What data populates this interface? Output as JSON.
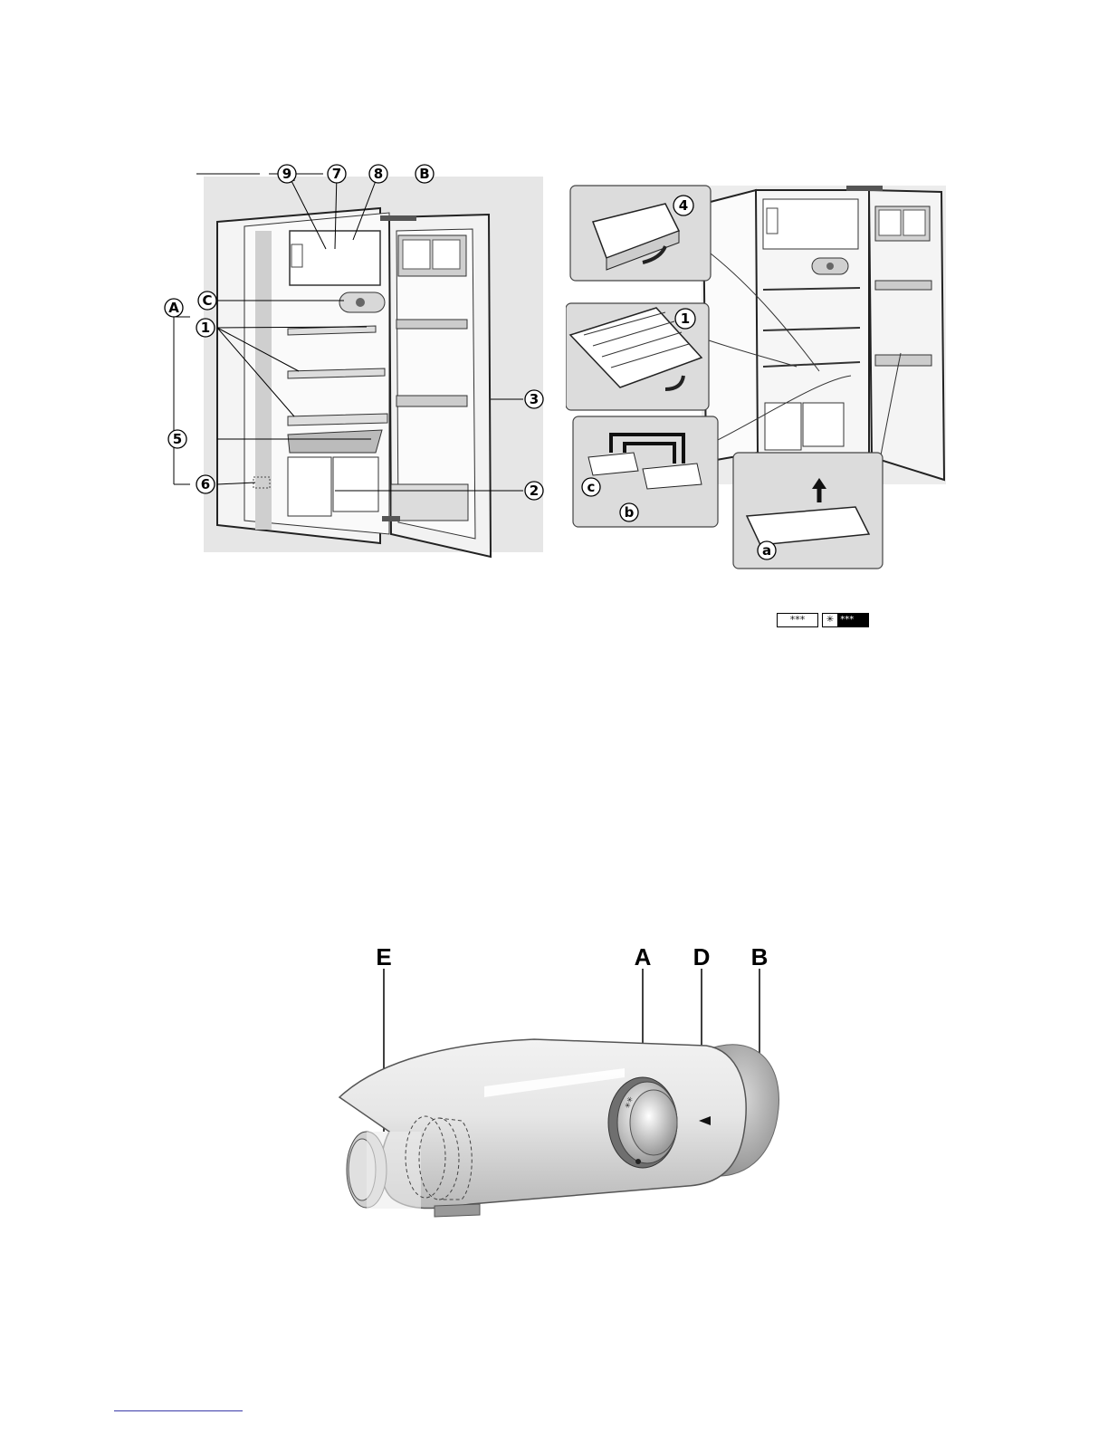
{
  "figure1": {
    "callouts": {
      "c9": "9",
      "c7": "7",
      "c8": "8",
      "cB": "B",
      "cC": "C",
      "cA": "A",
      "c1": "1",
      "c5": "5",
      "c6": "6",
      "c3": "3",
      "c2": "2"
    }
  },
  "figure2": {
    "callouts": {
      "c4": "4",
      "c1": "1",
      "cc": "c",
      "cb": "b",
      "ca": "a"
    },
    "star_rating_label_1": "***",
    "star_rating_label_2": "***"
  },
  "figure3": {
    "labels": {
      "E": "E",
      "A": "A",
      "D": "D",
      "B": "B"
    }
  }
}
